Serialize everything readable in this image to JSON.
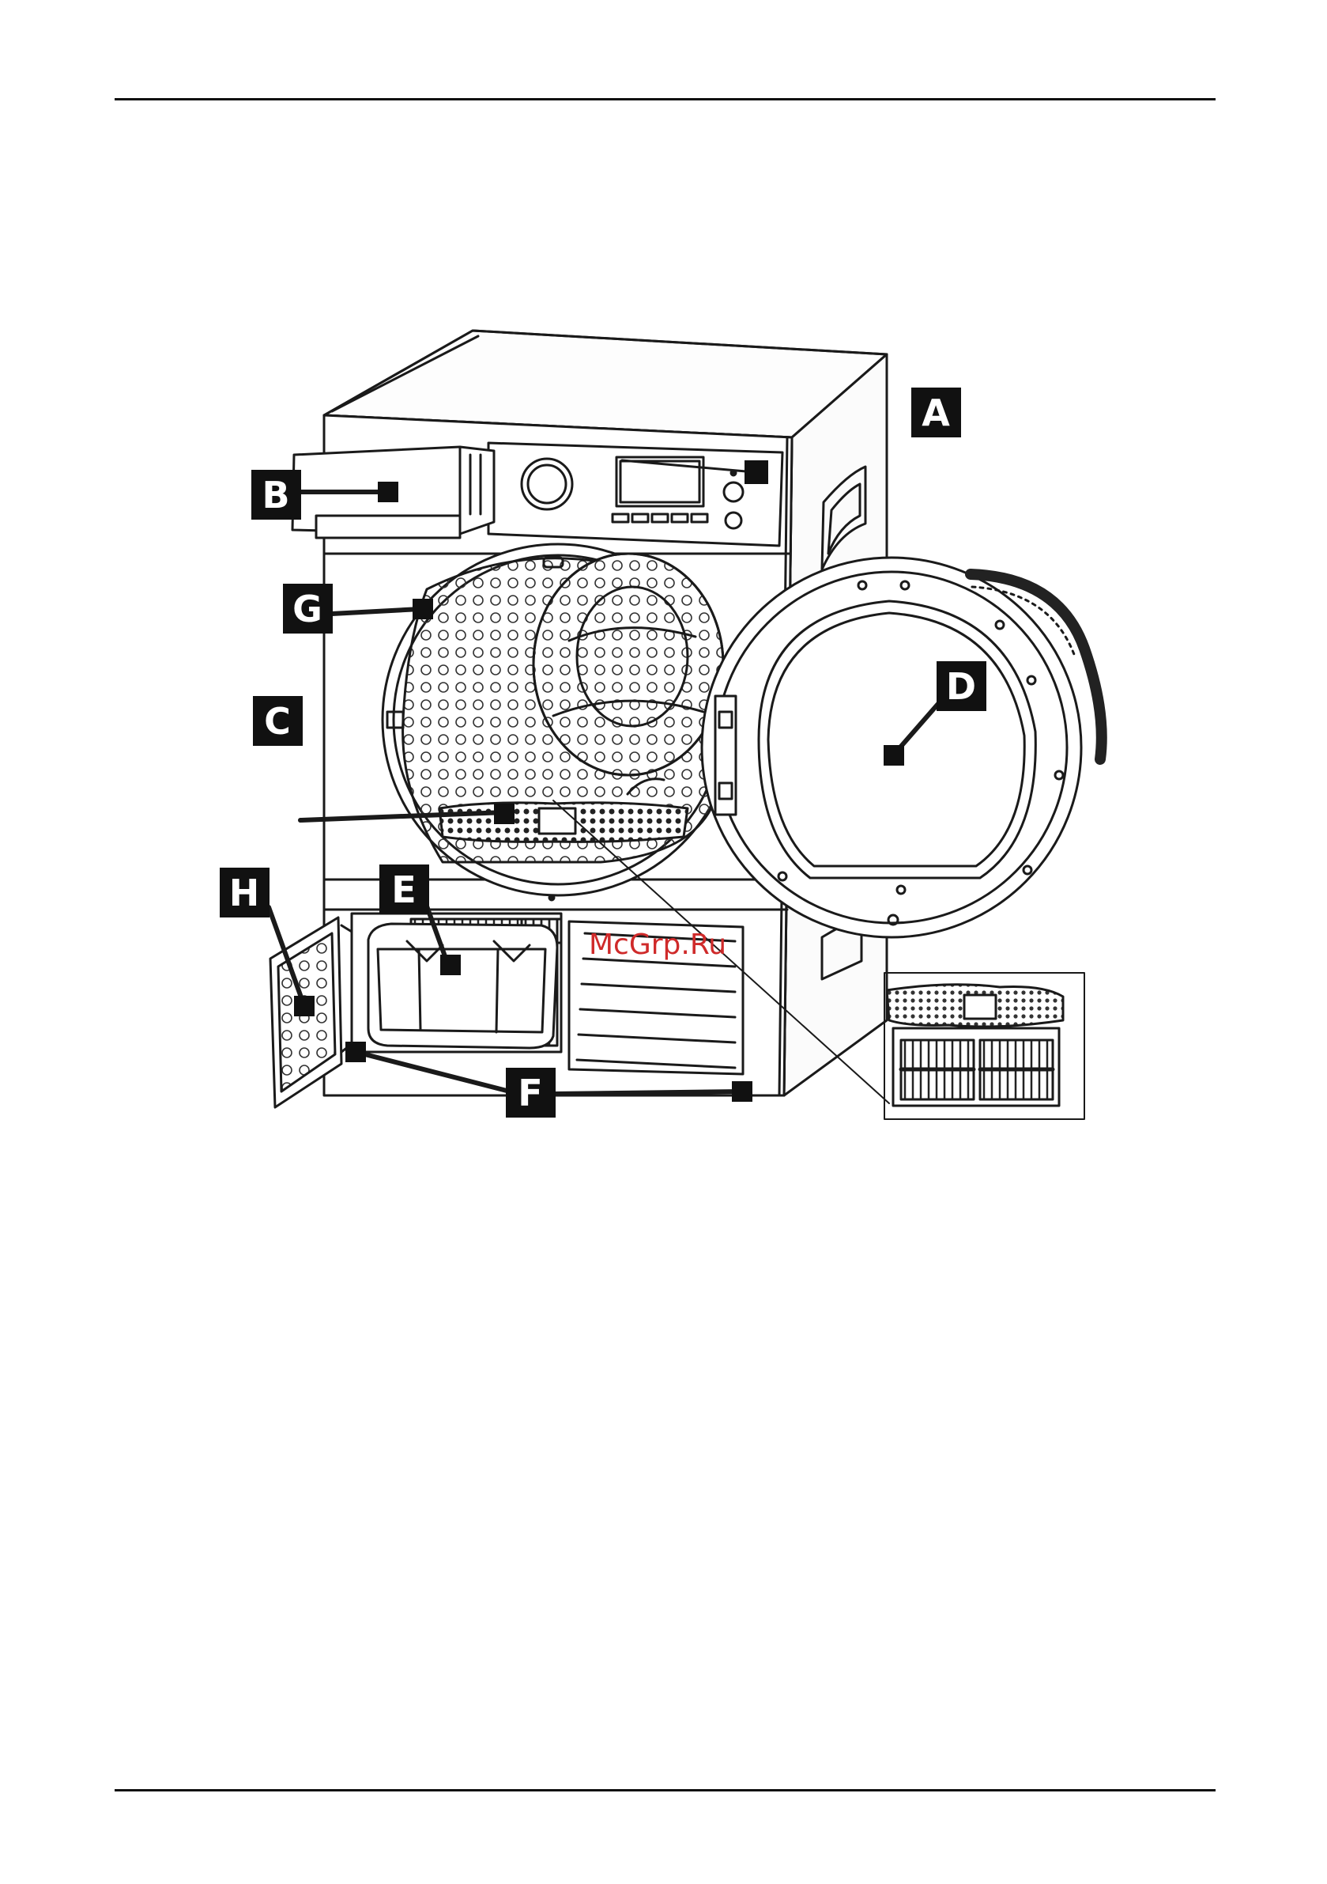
{
  "diagram": {
    "callouts": [
      "A",
      "B",
      "C",
      "D",
      "E",
      "F",
      "G",
      "H"
    ]
  },
  "watermark": "McGrp.Ru"
}
